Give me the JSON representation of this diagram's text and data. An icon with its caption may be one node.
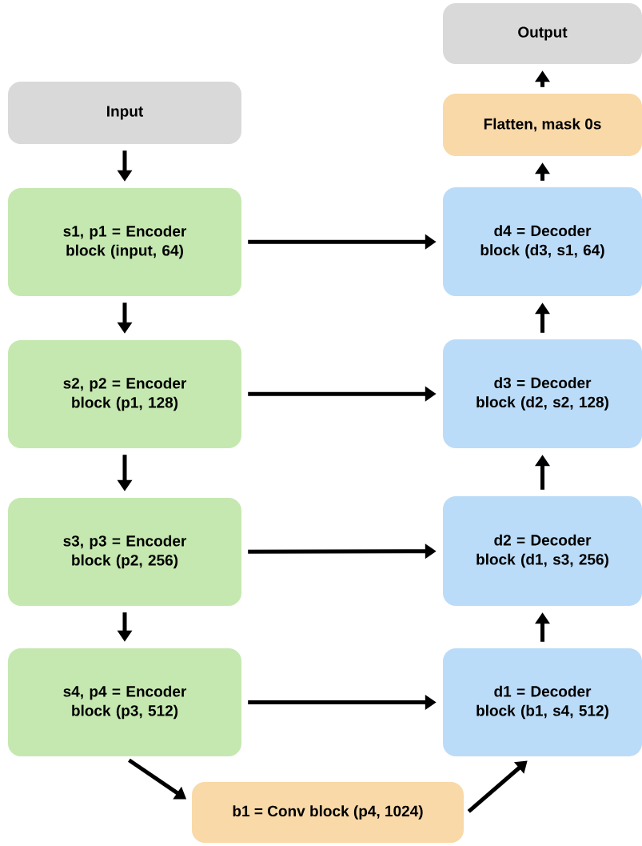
{
  "diagram": {
    "nodes": [
      {
        "text": [
          "Input"
        ]
      },
      {
        "text": [
          "s1, p1 = Encoder block (input, 64)"
        ]
      },
      {
        "text": [
          "s2, p2 = Encoder block (p1, 128)"
        ]
      },
      {
        "text": [
          "s3, p3 = Encoder block (p2, 256)"
        ]
      },
      {
        "text": [
          "s4, p4 = Encoder block (p3, 512)"
        ]
      },
      {
        "text": [
          "b1 = Conv block (p4, 1024)"
        ]
      },
      {
        "text": [
          "d1 = Decoder block (b1, s4, 512)"
        ]
      },
      {
        "text": [
          "d2 = Decoder block (d1, s3, 256)"
        ]
      },
      {
        "text": [
          "d3 = Decoder block (d2, s2, 128)"
        ]
      },
      {
        "text": [
          "d4 = Decoder block (d3, s1, 64)"
        ]
      },
      {
        "text": [
          "Flatten, mask 0s"
        ]
      },
      {
        "text": [
          "Output"
        ]
      }
    ],
    "edges": [
      {
        "from": 0,
        "to": 1,
        "arrow": "to"
      },
      {
        "from": 1,
        "to": 2,
        "arrow": "to"
      },
      {
        "from": 2,
        "to": 3,
        "arrow": "to"
      },
      {
        "from": 3,
        "to": 4,
        "arrow": "to"
      },
      {
        "from": 4,
        "to": 5,
        "arrow": "to"
      },
      {
        "from": 5,
        "to": 6,
        "arrow": "to"
      },
      {
        "from": 6,
        "to": 7,
        "arrow": "to"
      },
      {
        "from": 7,
        "to": 8,
        "arrow": "to"
      },
      {
        "from": 8,
        "to": 9,
        "arrow": "to"
      },
      {
        "from": 9,
        "to": 10,
        "arrow": "to"
      },
      {
        "from": 10,
        "to": 11,
        "arrow": "to"
      },
      {
        "from": 1,
        "to": 9,
        "arrow": "to"
      },
      {
        "from": 2,
        "to": 8,
        "arrow": "to"
      },
      {
        "from": 3,
        "to": 7,
        "arrow": "to"
      },
      {
        "from": 4,
        "to": 6,
        "arrow": "to"
      }
    ]
  }
}
